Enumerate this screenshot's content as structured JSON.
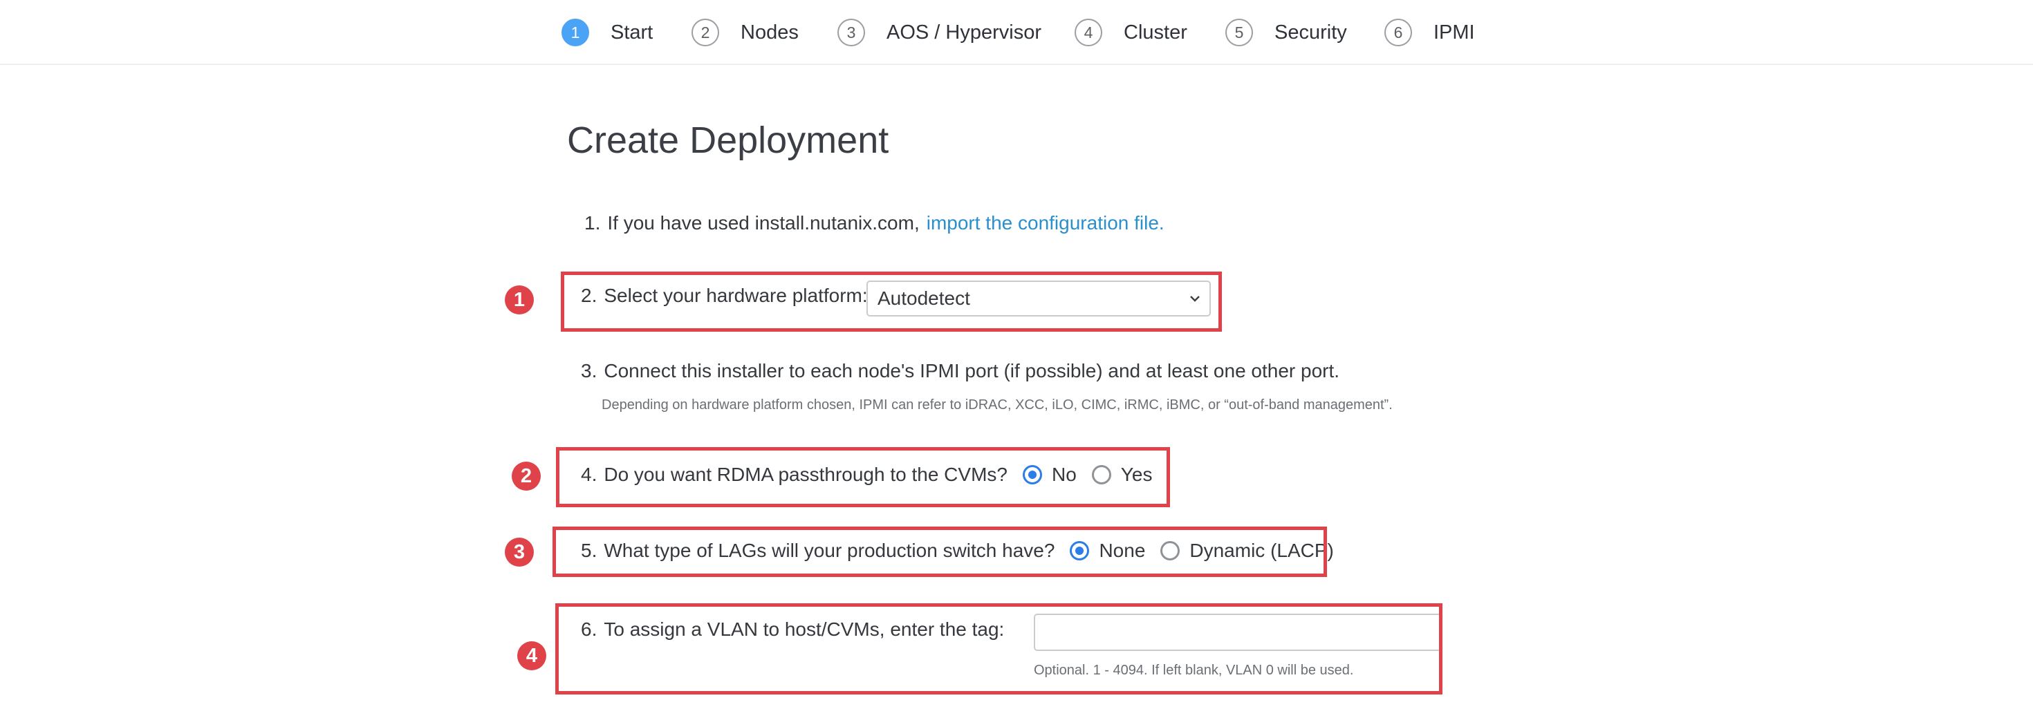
{
  "steps": [
    {
      "number": "1",
      "label": "Start",
      "active": true
    },
    {
      "number": "2",
      "label": "Nodes",
      "active": false
    },
    {
      "number": "3",
      "label": "AOS / Hypervisor",
      "active": false
    },
    {
      "number": "4",
      "label": "Cluster",
      "active": false
    },
    {
      "number": "5",
      "label": "Security",
      "active": false
    },
    {
      "number": "6",
      "label": "IPMI",
      "active": false
    }
  ],
  "page_title": "Create Deployment",
  "item1": {
    "num": "1.",
    "text": "If you have used install.nutanix.com,",
    "link": "import the configuration file."
  },
  "item2": {
    "num": "2.",
    "text": "Select your hardware platform:",
    "select_value": "Autodetect"
  },
  "item3": {
    "num": "3.",
    "text": "Connect this installer to each node's IPMI port (if possible) and at least one other port.",
    "hint": "Depending on hardware platform chosen, IPMI can refer to iDRAC, XCC, iLO, CIMC, iRMC, iBMC, or “out-of-band management”."
  },
  "item4": {
    "num": "4.",
    "text": "Do you want RDMA passthrough to the CVMs?",
    "options": [
      "No",
      "Yes"
    ],
    "selected": "No"
  },
  "item5": {
    "num": "5.",
    "text": "What type of LAGs will your production switch have?",
    "options": [
      "None",
      "Dynamic (LACP)"
    ],
    "selected": "None"
  },
  "item6": {
    "num": "6.",
    "text": "To assign a VLAN to host/CVMs, enter the tag:",
    "value": "",
    "hint": "Optional. 1 - 4094. If left blank, VLAN 0 will be used."
  },
  "annotations": [
    "1",
    "2",
    "3",
    "4"
  ],
  "colors": {
    "accent": "#4aa3f5",
    "link": "#2a8fcd",
    "radio": "#2b7de9",
    "highlight": "#e0424a"
  }
}
